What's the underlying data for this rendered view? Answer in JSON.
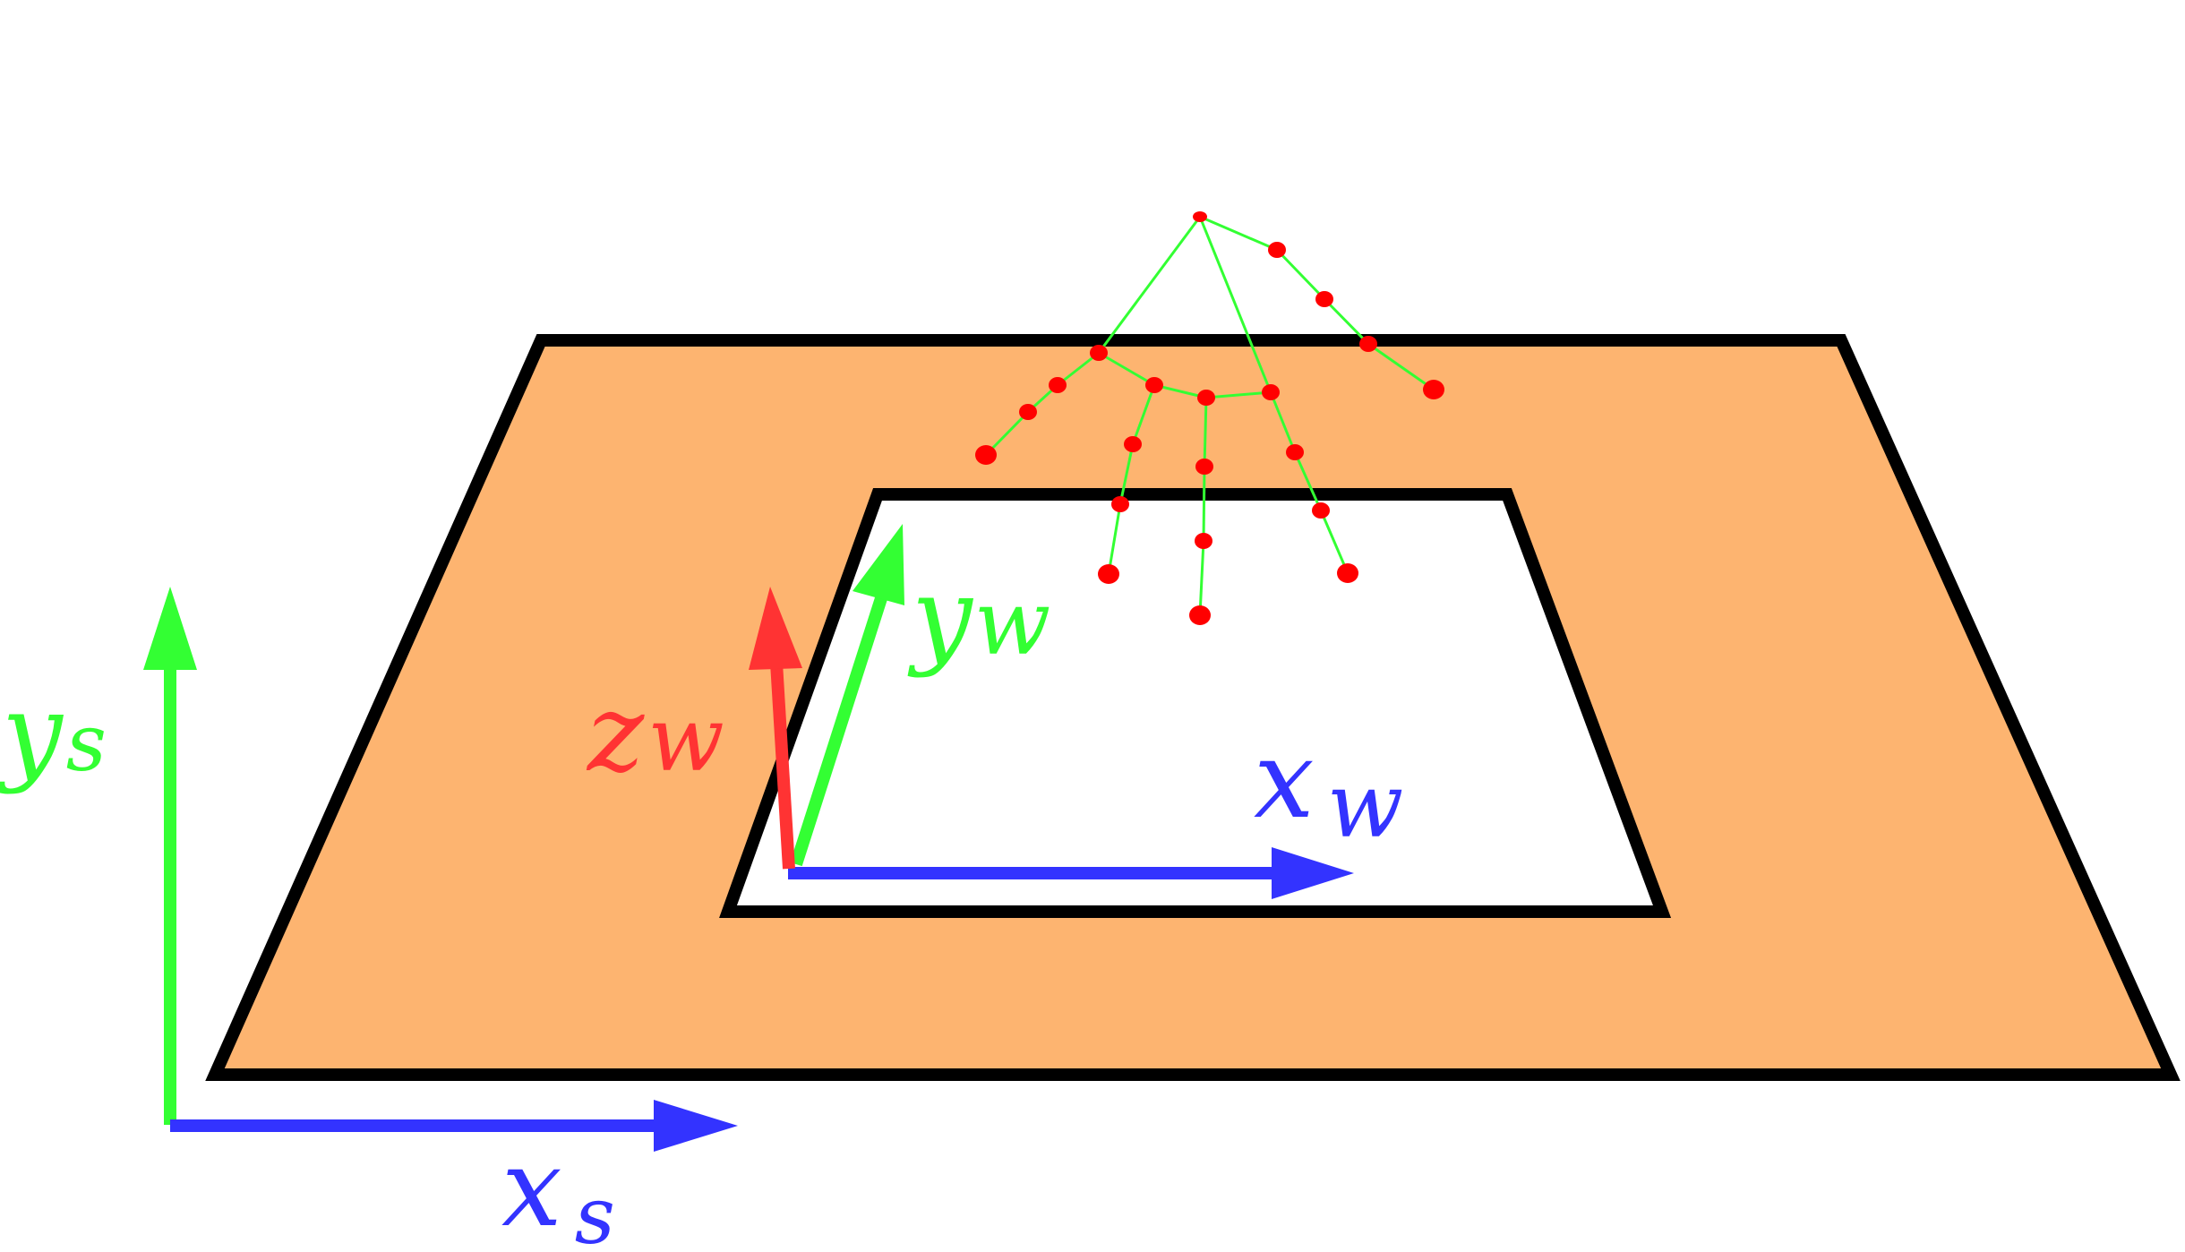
{
  "labels": {
    "screen_y": {
      "main": "y",
      "sub": "s"
    },
    "screen_x": {
      "main": "x",
      "sub": "s"
    },
    "world_x": {
      "main": "x",
      "sub": "w"
    },
    "world_y": {
      "main": "y",
      "sub": "w"
    },
    "world_z": {
      "main": "z",
      "sub": "w"
    }
  },
  "colors": {
    "plane_fill": "#fdb470",
    "outline": "#000000",
    "x_axis": "#3333ff",
    "y_axis": "#33ff33",
    "z_axis": "#ff3333",
    "joint": "#ff0000",
    "bone": "#33ff33"
  },
  "hand_skeleton": {
    "joint_count": 21
  }
}
